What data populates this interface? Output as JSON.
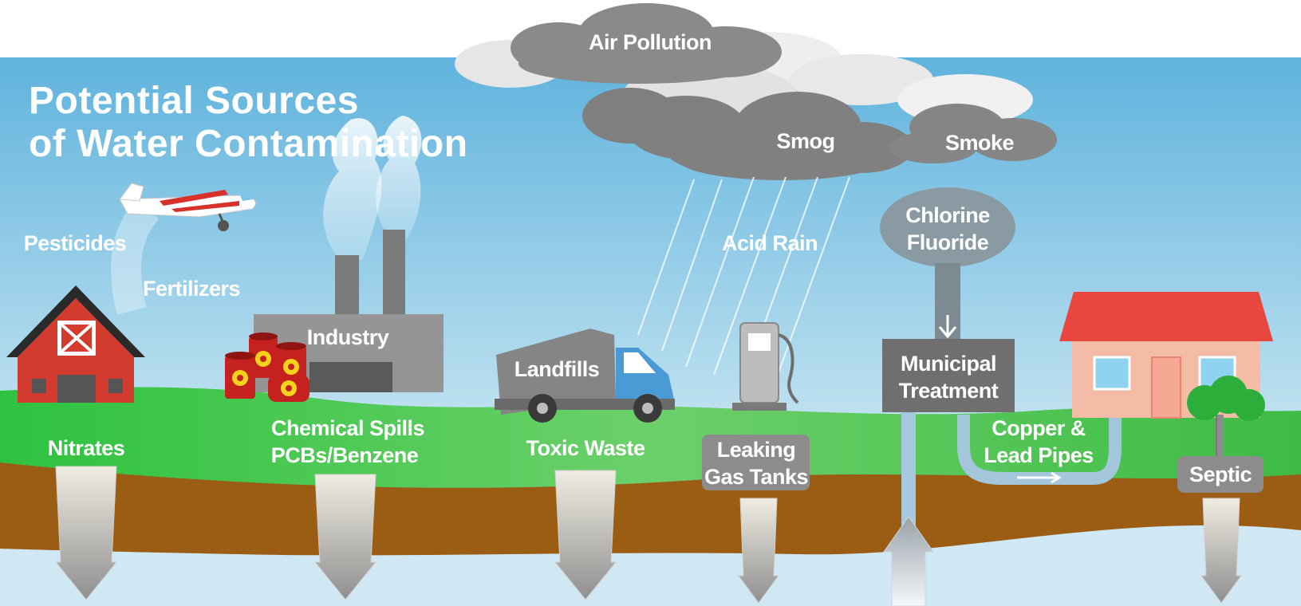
{
  "title": {
    "line1": "Potential Sources",
    "line2": "of Water Contamination"
  },
  "labels": {
    "air_pollution": "Air Pollution",
    "smog": "Smog",
    "smoke": "Smoke",
    "acid_rain": "Acid Rain",
    "chlorine": "Chlorine",
    "fluoride": "Fluoride",
    "pesticides": "Pesticides",
    "fertilizers": "Fertilizers",
    "industry": "Industry",
    "landfills": "Landfills",
    "municipal": "Municipal",
    "treatment": "Treatment",
    "nitrates": "Nitrates",
    "chemical_spills": "Chemical Spills",
    "pcbs_benzene": "PCBs/Benzene",
    "toxic_waste": "Toxic Waste",
    "leaking": "Leaking",
    "gas_tanks": "Gas Tanks",
    "copper": "Copper &",
    "lead_pipes": "Lead Pipes",
    "septic": "Septic"
  },
  "colors": {
    "sky": "#62b6de",
    "grass": "#3fbf45",
    "soil": "#9c5c12",
    "groundwater": "#cde7f4",
    "cloud": "#8a8a8a",
    "label_box": "#8c8c8c",
    "barn": "#d23a2c",
    "roof": "#e9524a",
    "house_wall": "#f2b8a0"
  }
}
